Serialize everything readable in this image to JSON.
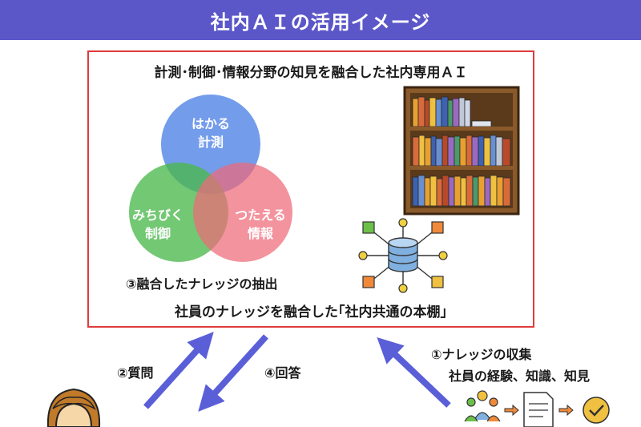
{
  "header": {
    "title": "社内ＡＩの活用イメージ"
  },
  "main_box": {
    "heading": "計測･制御･情報分野の知見を融合した社内専用ＡＩ",
    "extract_label": "③融合したナレッジの抽出",
    "bookshelf_label": "社員のナレッジを融合した｢社内共通の本棚｣"
  },
  "venn": {
    "top": {
      "line1": "はかる",
      "line2": "計測",
      "color": "#5b8be8"
    },
    "left": {
      "line1": "みちびく",
      "line2": "制御",
      "color": "#4cb84c"
    },
    "right": {
      "line1": "つたえる",
      "line2": "情報",
      "color": "#ee6a78"
    }
  },
  "flows": {
    "question": "②質問",
    "answer": "④回答",
    "collect_title": "①ナレッジの収集",
    "collect_detail": "社員の経験、知識、知見"
  },
  "colors": {
    "header": "#5b57c8",
    "border": "#e03a3a",
    "arrow": "#5a5fd8"
  }
}
